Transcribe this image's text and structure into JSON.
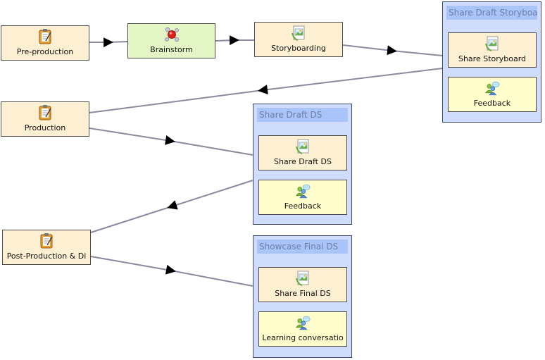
{
  "nodes": {
    "preproduction": "Pre-production",
    "brainstorm": "Brainstorm",
    "storyboarding": "Storyboarding",
    "production": "Production",
    "postproduction": "Post-Production & Di"
  },
  "groups": {
    "share_storyboard": {
      "title": "Share Draft Storyboa",
      "items": [
        "Share Storyboard",
        "Feedback"
      ]
    },
    "share_draft_ds": {
      "title": "Share Draft DS",
      "items": [
        "Share Draft DS",
        "Feedback"
      ]
    },
    "showcase_final_ds": {
      "title": "Showcase Final DS",
      "items": [
        "Share Final DS",
        "Learning conversatio"
      ]
    }
  },
  "colors": {
    "task_fill": "#fcefd2",
    "brainstorm_fill": "#e4f6c6",
    "feedback_fill": "#fffdcc",
    "group_fill": "#cfdcfc",
    "group_title_fill": "#a9c4f8",
    "edge": "#8a8aa0"
  },
  "icons": {
    "task": "notepad-icon",
    "brainstorm": "brainstorm-molecule-icon",
    "share": "image-share-icon",
    "discussion": "people-chat-icon"
  }
}
